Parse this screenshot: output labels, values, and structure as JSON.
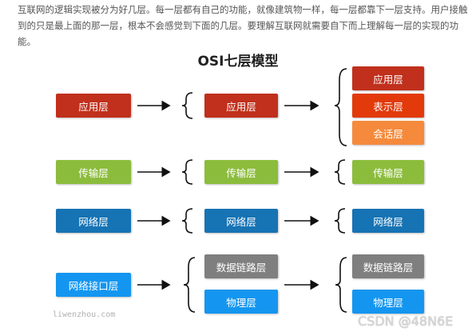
{
  "intro_text": "互联网的逻辑实现被分为好几层。每一层都有自己的功能，就像建筑物一样，每一层都靠下一层支持。用户接触到的只是最上面的那一层，根本不会感觉到下面的几层。要理解互联网就需要自下而上理解每一层的实现的功能。",
  "diagram_title": "OSI七层模型",
  "colors": {
    "red": "#c0301c",
    "red_bright": "#e23a0a",
    "orange": "#f58a3c",
    "green": "#8cbc3c",
    "blue_dark": "#1673b4",
    "blue_bright": "#1496f0",
    "gray": "#7f7f7f"
  },
  "column1": {
    "app": "应用层",
    "transport": "传输层",
    "network": "网络层",
    "link": "网络接口层"
  },
  "column2": {
    "app": "应用层",
    "transport": "传输层",
    "network": "网络层",
    "datalink": "数据链路层",
    "physical": "物理层"
  },
  "column3": {
    "application": "应用层",
    "presentation": "表示层",
    "session": "会话层",
    "transport": "传输层",
    "network": "网络层",
    "datalink": "数据链路层",
    "physical": "物理层"
  },
  "watermark_site": "liwenzhou.com",
  "watermark_csdn": "CSDN @48N6E"
}
